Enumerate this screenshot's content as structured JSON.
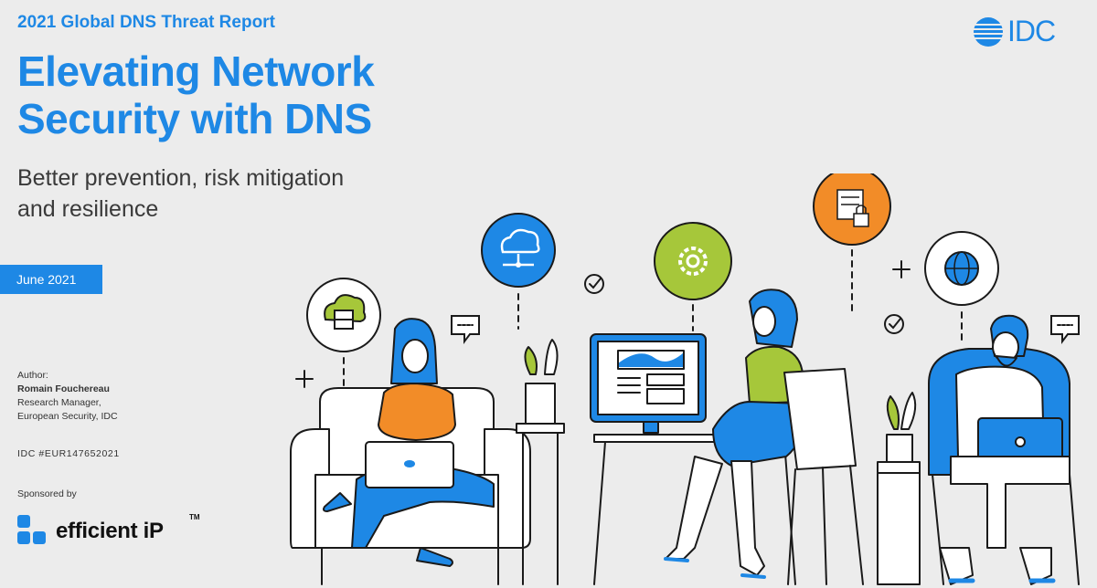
{
  "report": {
    "kicker": "2021 Global DNS Threat Report",
    "title_line1": "Elevating Network",
    "title_line2": "Security with DNS",
    "subtitle_line1": "Better prevention, risk mitigation",
    "subtitle_line2": "and resilience",
    "date": "June 2021"
  },
  "author": {
    "label": "Author:",
    "name": "Romain Fouchereau",
    "role_line1": "Research Manager,",
    "role_line2": "European Security, IDC"
  },
  "doc_id": "IDC #EUR147652021",
  "sponsor": {
    "label": "Sponsored by",
    "brand": "efficient iP",
    "trademark": "TM"
  },
  "publisher_logo": "IDC",
  "colors": {
    "brand_blue": "#1e88e5",
    "accent_orange": "#f28c28",
    "accent_green": "#a6c73a",
    "background": "#ececec"
  },
  "icons": [
    "cloud-server-icon",
    "cloud-network-icon",
    "gear-icon",
    "locked-server-icon",
    "globe-icon",
    "plus-icon",
    "check-icon",
    "chat-bubble-icon"
  ]
}
